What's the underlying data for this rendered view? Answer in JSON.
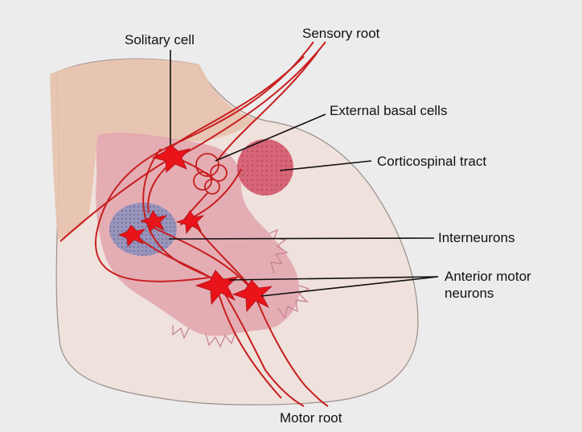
{
  "labels": {
    "solitary_cell": "Solitary cell",
    "sensory_root": "Sensory root",
    "external_basal_cells": "External basal cells",
    "corticospinal_tract": "Corticospinal tract",
    "interneurons": "Interneurons",
    "anterior_motor_line1": "Anterior motor",
    "anterior_motor_line2": "neurons",
    "motor_root": "Motor root"
  },
  "colors": {
    "background": "#ececec",
    "cord_tissue": "#efe1dc",
    "dorsal_region": "#e7c2ad",
    "grey_matter": "#e2a3ad",
    "neuron": "#e8141a",
    "fiber": "#c81e1e",
    "corticospinal": "#d24f66",
    "interneuron_zone": "#8c8fbb",
    "leader_line": "#111111"
  }
}
